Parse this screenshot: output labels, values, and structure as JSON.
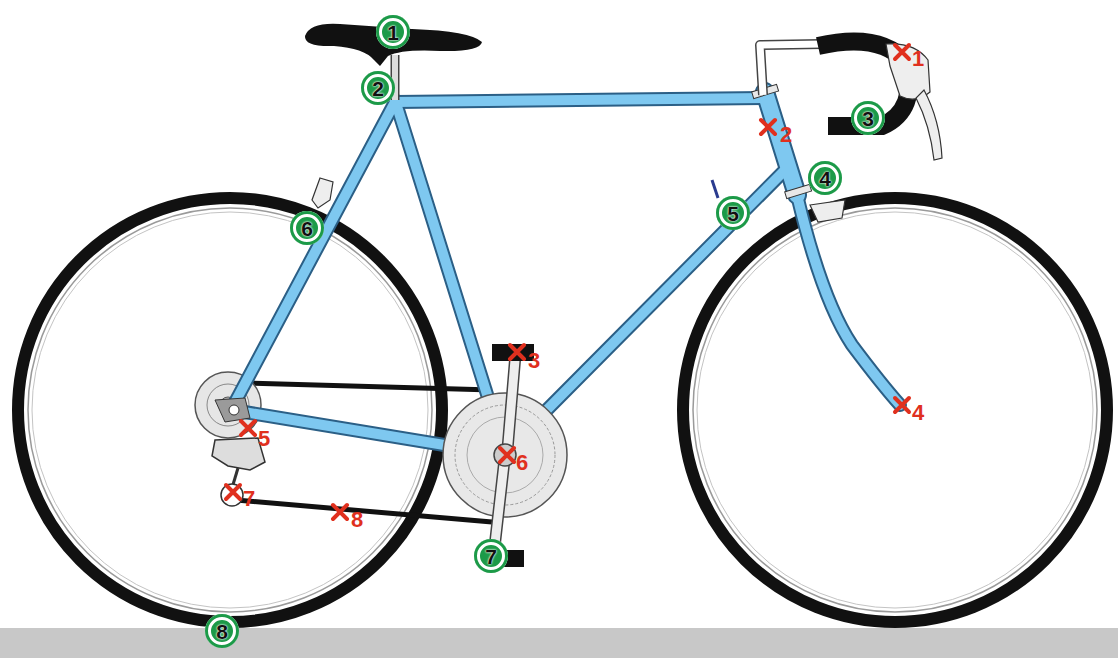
{
  "diagram": {
    "nodes": [
      {
        "text": [
          "1"
        ]
      },
      {
        "text": [
          "2"
        ]
      },
      {
        "text": [
          "3"
        ]
      },
      {
        "text": [
          "4"
        ]
      },
      {
        "text": [
          "5"
        ]
      },
      {
        "text": [
          "6"
        ]
      },
      {
        "text": [
          "7"
        ]
      },
      {
        "text": [
          "8"
        ]
      }
    ],
    "labels": [
      "1",
      "2",
      "3",
      "4",
      "5",
      "6",
      "7",
      "8"
    ]
  }
}
